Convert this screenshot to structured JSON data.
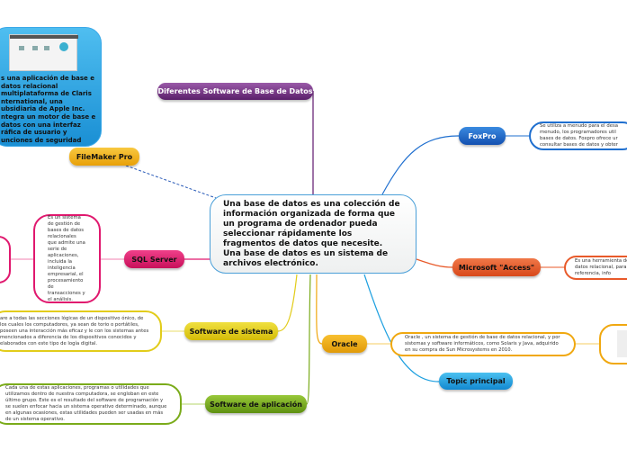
{
  "central": "Una base de datos es una colección de información organizada de forma que un programa de ordenador pueda seleccionar rápidamente los fragmentos de datos que necesite. Una base de datos es un sistema de archivos electrónico.",
  "topics": {
    "diferentes": "Diferentes Software de Base de Datos",
    "filemaker": "FileMaker Pro",
    "foxpro": "FoxPro",
    "access": "Microsoft \"Access\"",
    "sqlserver": "SQL Server",
    "sistema": "Software de sistema",
    "aplicacion": "Software de aplicación",
    "oracle": "Oracle",
    "principal": "Topic principal"
  },
  "descriptions": {
    "filemaker": "s una aplicación de base e datos relacional multiplataforma de Claris nternational, una ubsidiaria de Apple Inc. ntegra un motor de base e datos con una interfaz ráfica de usuario y unciones de seguridad",
    "foxpro": "Se utiliza a menudo para el desa menudo, los programadores util bases de datos. Foxpro ofrece ur consultar bases de datos y obter",
    "access": "Es una herramienta de datos relacional, para referencia, info",
    "sqlserver": "Es un sistema de gestión de bases de datos relacionales que admite una serie de aplicaciones, incluida la inteligencia empresarial, el procesamiento de transacciones y el análisis.",
    "sistema": "are a todas las secciones lógicas de un dispositivo ónico, de los cuales los computadores, ya sean de torio o portátiles, poseen una interacción más eficaz y le con los sistemas antes mencionados a diferencia de los dispositivos conocidos y elaborados con este tipo de logía digital.",
    "aplicacion": "Cada una de estas aplicaciones, programas o utilidades que utilizamos dentro de nuestra computadora, se engloban en este último grupo. Este es el resultado del software de programación y se suelen enfocar hacia un sistema operativo determinado, aunque en algunas ocasiones, estas utilidades pueden ser usadas en más de un sistema operativo.",
    "oracle": "Oracle , un sistema de gestión de base de datos relacional, y por sistemas y software informáticos, como Solaris y Java, adquirido en su compra de Sun Microsystems en 2010."
  },
  "colors": {
    "purple": "#6b2a7a",
    "blue": "#1f6fcf",
    "orange": "#e85a2a",
    "pink": "#e0186e",
    "yellow": "#e2cc1a",
    "green": "#7aab1a",
    "gold": "#f0a810",
    "cyan": "#1ea0e0",
    "filemaker": "#f2b010"
  },
  "icons": {
    "thumbnail": "screenshot-thumbnail-icon"
  }
}
